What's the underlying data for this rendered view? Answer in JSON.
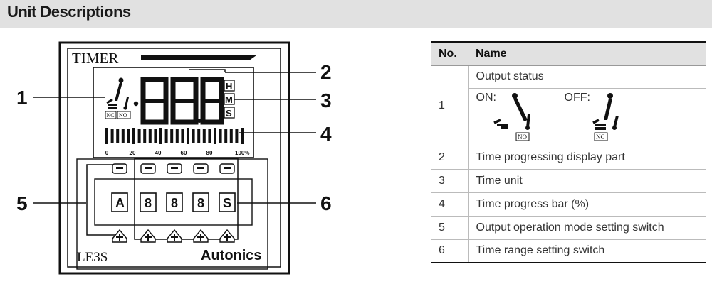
{
  "header": {
    "title": "Unit Descriptions"
  },
  "device": {
    "brand_top": "TIMER",
    "digits": [
      "8",
      "8",
      "8"
    ],
    "units": [
      "H",
      "M",
      "S"
    ],
    "nc_label": "NC",
    "no_label": "NO",
    "bar_ticks": [
      "0",
      "20",
      "40",
      "60",
      "80",
      "100%"
    ],
    "key_first": "A",
    "keys_range": [
      "8",
      "8",
      "8",
      "S"
    ],
    "model": "LE3S",
    "brand": "Autonics"
  },
  "callouts": [
    "1",
    "2",
    "3",
    "4",
    "5",
    "6"
  ],
  "table": {
    "headers": {
      "no": "No.",
      "name": "Name"
    },
    "rows": [
      {
        "no": "1",
        "name": "Output status"
      },
      {
        "no": "2",
        "name": "Time progressing display part"
      },
      {
        "no": "3",
        "name": "Time unit"
      },
      {
        "no": "4",
        "name": "Time progress bar (%)"
      },
      {
        "no": "5",
        "name": "Output operation mode setting switch"
      },
      {
        "no": "6",
        "name": "Time range setting switch"
      }
    ],
    "status": {
      "on": "ON:",
      "off": "OFF:",
      "no_label": "NO",
      "nc_label": "NC"
    }
  },
  "colors": {
    "header_bg": "#e1e1e1",
    "ink": "#111111"
  }
}
